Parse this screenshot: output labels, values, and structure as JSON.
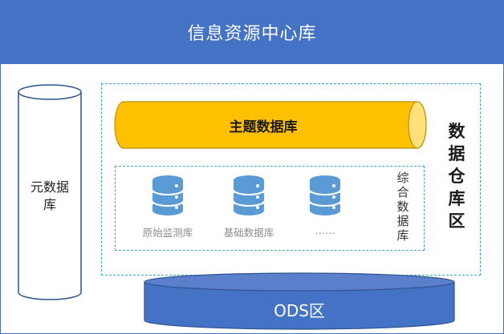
{
  "header": {
    "title": "信息资源中心库"
  },
  "meta_db": {
    "label": "元数据\n库"
  },
  "warehouse": {
    "label": "数据仓库区",
    "topic_db": "主题数据库",
    "composite": {
      "label": "综合数据库",
      "items": [
        {
          "label": "原始监测库",
          "icon": "database-icon"
        },
        {
          "label": "基础数据库",
          "icon": "database-icon"
        },
        {
          "label": "……",
          "icon": "database-icon"
        }
      ]
    }
  },
  "ods": {
    "label": "ODS区"
  },
  "colors": {
    "header_bg": "#4472C4",
    "topic_fill": "#FFC000",
    "dashed_border": "#3BA7C4",
    "db_icon": "#5B9BD5",
    "ods_fill": "#4472C4",
    "ods_top": "#5B7FCB"
  }
}
